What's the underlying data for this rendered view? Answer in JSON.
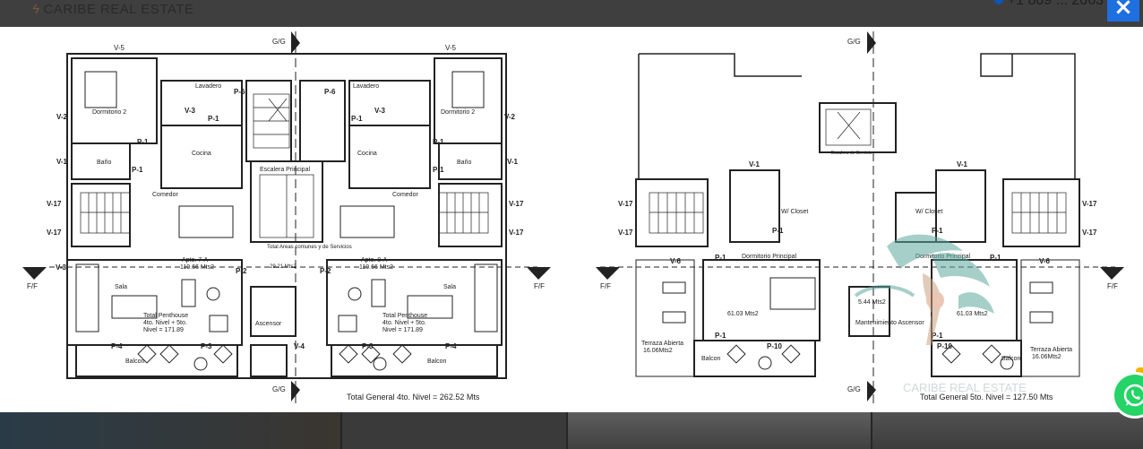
{
  "header": {
    "brand": "CARIBE REAL ESTATE",
    "phone": "+1 809 ... 2063",
    "close_label": "×"
  },
  "plan_left": {
    "labels": {
      "v5": "V-5",
      "gg": "G/G",
      "ff": "F/F",
      "lavadero": "Lavadero",
      "dorm2": "Dormitorio 2",
      "cocina": "Cocina",
      "bano": "Baño",
      "comedor": "Comedor",
      "escalera": "Escalera Principal",
      "apto7": "Apto. 7-A",
      "apto7_area": "110.66 Mts2",
      "apto8": "Apto. 8-A",
      "apto8_area": "110.66 Mts2",
      "sala": "Sala",
      "total_ph_a": "Total Penthouse",
      "total_ph_b": "4to. Nivel + 5to.",
      "total_ph_c": "Nivel = 171.89",
      "ascensor": "Ascensor",
      "balcon": "Balcon",
      "areas_comunes": "Total Areas comunes y de Servicios",
      "areas_val": "29.21 Mts2",
      "p1": "P-1",
      "p2": "P-2",
      "p3": "P-3",
      "p4": "P-4",
      "p6": "P-6",
      "v1": "V-1",
      "v2": "V-2",
      "v3": "V-3",
      "v4": "V-4",
      "v17": "V-17",
      "total": "Total General 4to. Nivel = 262.52 Mts"
    }
  },
  "plan_right": {
    "labels": {
      "dorm_principal": "Dormitorio Principal",
      "area": "61.03 Mts2",
      "terraza": "Terraza Abierta",
      "terraza_val": "16.06Mts2",
      "wcloset": "W/ Closet",
      "ascensor_area": "5.44 Mts2",
      "mantenimiento": "Mantenimiento Ascensor",
      "balcon": "Balcon",
      "escalera_serv": "Escalera de Servicio",
      "p10": "P-10",
      "v6": "V-6",
      "total": "Total General 5to. Nivel = 127.50 Mts",
      "watermark": "CARIBE REAL ESTATE"
    }
  },
  "colors": {
    "accent": "#1e6fe0",
    "whatsapp": "#25d366"
  }
}
